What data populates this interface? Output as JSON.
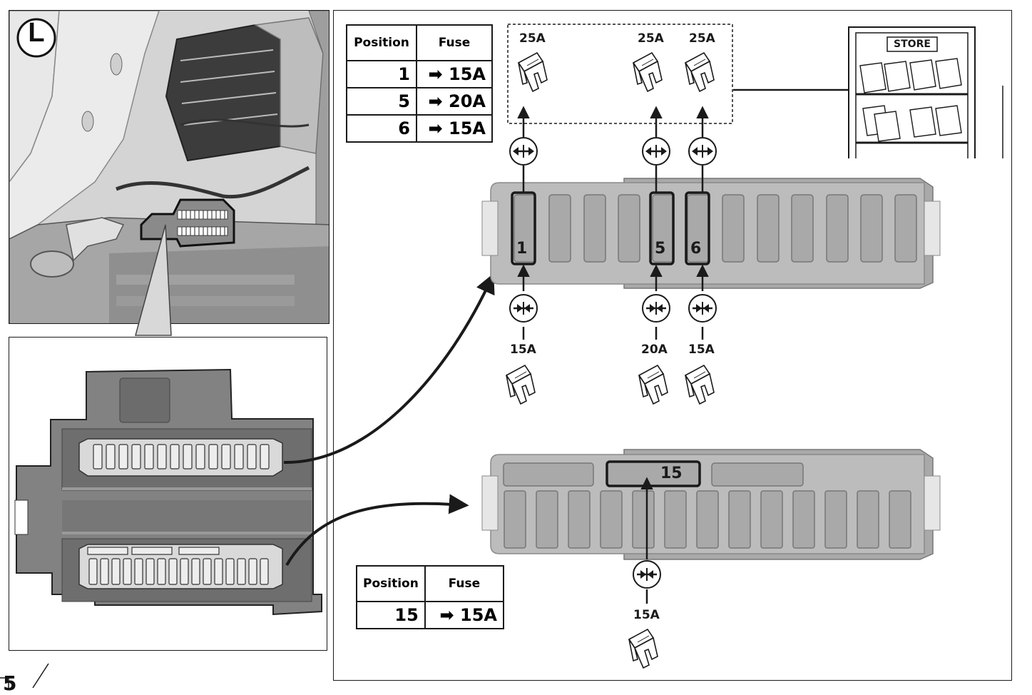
{
  "photo_badge": "L",
  "page_marker": "5",
  "tables": {
    "upper": {
      "header_position": "Position",
      "header_fuse": "Fuse",
      "rows": [
        {
          "position": "1",
          "arrow": "➡",
          "fuse": "15A"
        },
        {
          "position": "5",
          "arrow": "➡",
          "fuse": "20A"
        },
        {
          "position": "6",
          "arrow": "➡",
          "fuse": "15A"
        }
      ]
    },
    "lower": {
      "header_position": "Position",
      "header_fuse": "Fuse",
      "rows": [
        {
          "position": "15",
          "arrow": "➡",
          "fuse": "15A"
        }
      ]
    }
  },
  "store_label": "STORE",
  "removed_fuses": [
    {
      "slot": "1",
      "rating": "25A"
    },
    {
      "slot": "5",
      "rating": "25A"
    },
    {
      "slot": "6",
      "rating": "25A"
    }
  ],
  "upper_box": {
    "slot_labels": [
      "1",
      "5",
      "6"
    ],
    "installed": [
      "15A",
      "20A",
      "15A"
    ]
  },
  "lower_box": {
    "slot_label": "15",
    "installed": "15A"
  },
  "colors": {
    "line": "#1a1a1a",
    "box_fill": "#b9b9b9",
    "slot_fill": "#a8a8a8",
    "photo_bg": "#d2d2d2"
  }
}
